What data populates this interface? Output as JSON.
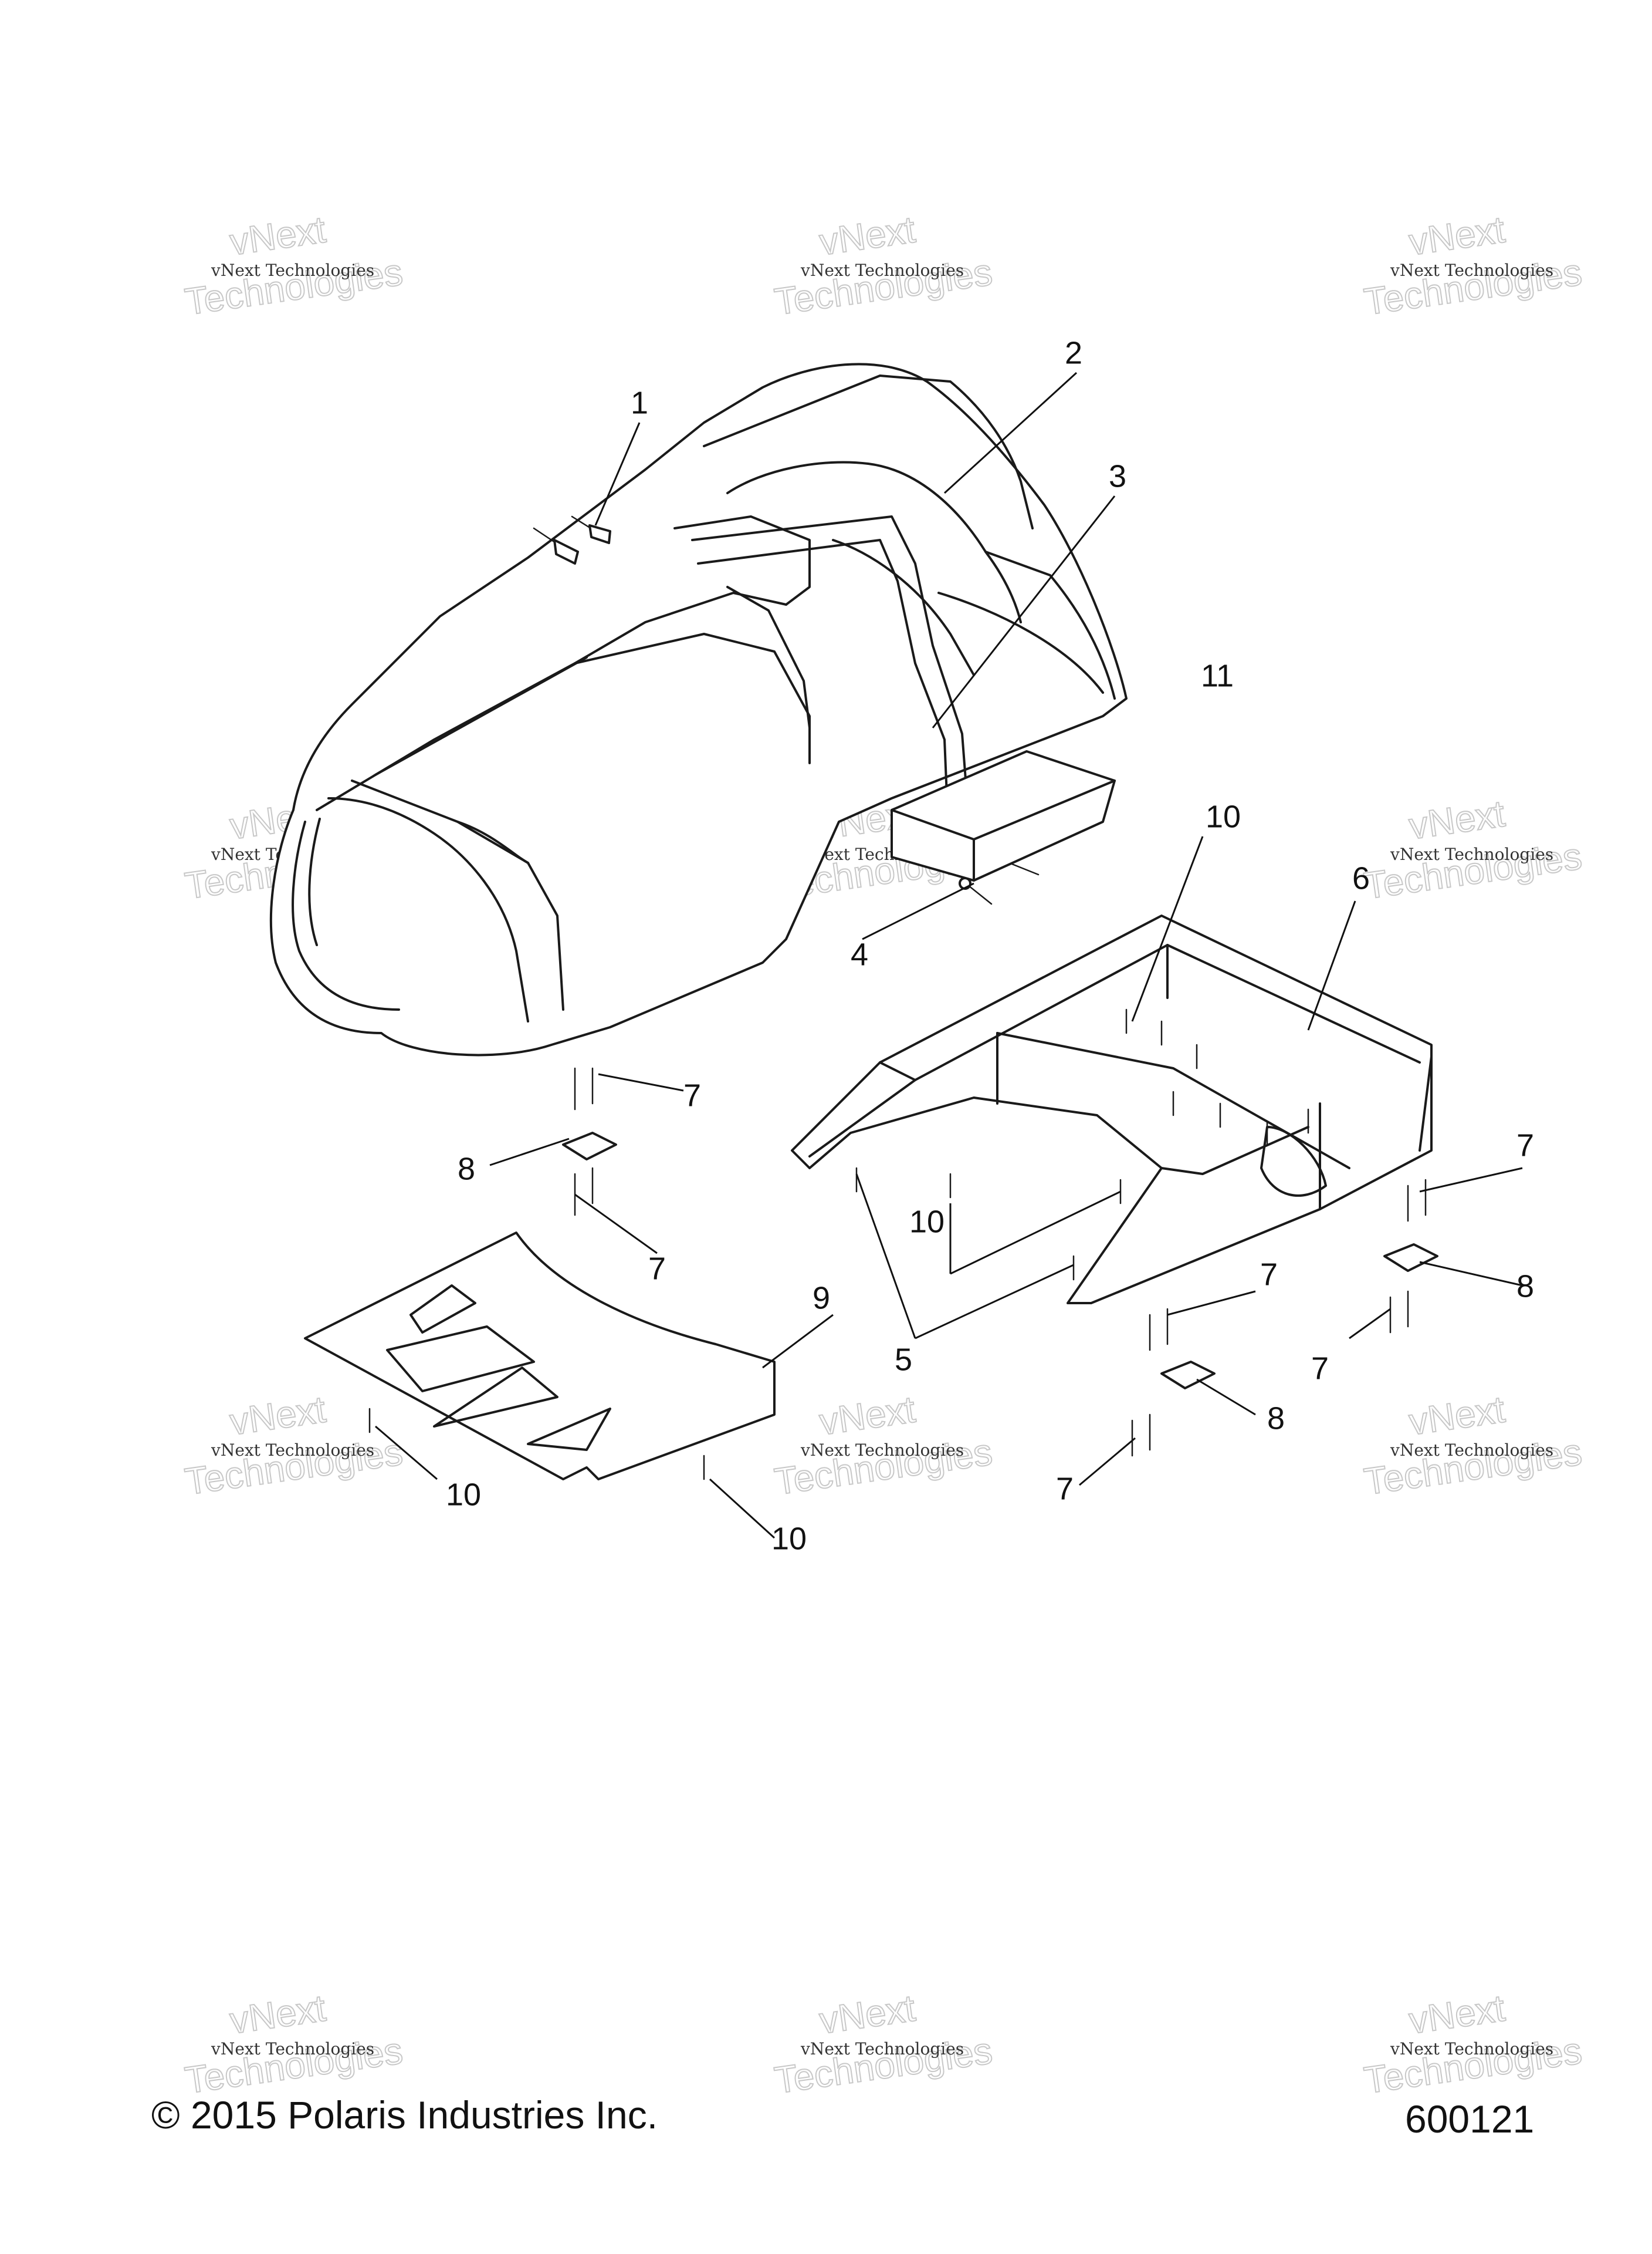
{
  "callouts": [
    "1",
    "2",
    "3",
    "4",
    "5",
    "6",
    "7",
    "8",
    "9",
    "10",
    "11"
  ],
  "watermark": {
    "line1": "vNext Technologies",
    "line2": "Technologies",
    "line3": "vNext"
  },
  "footer": {
    "copyright": "© 2015 Polaris Industries Inc.",
    "figure_number": "600121"
  }
}
